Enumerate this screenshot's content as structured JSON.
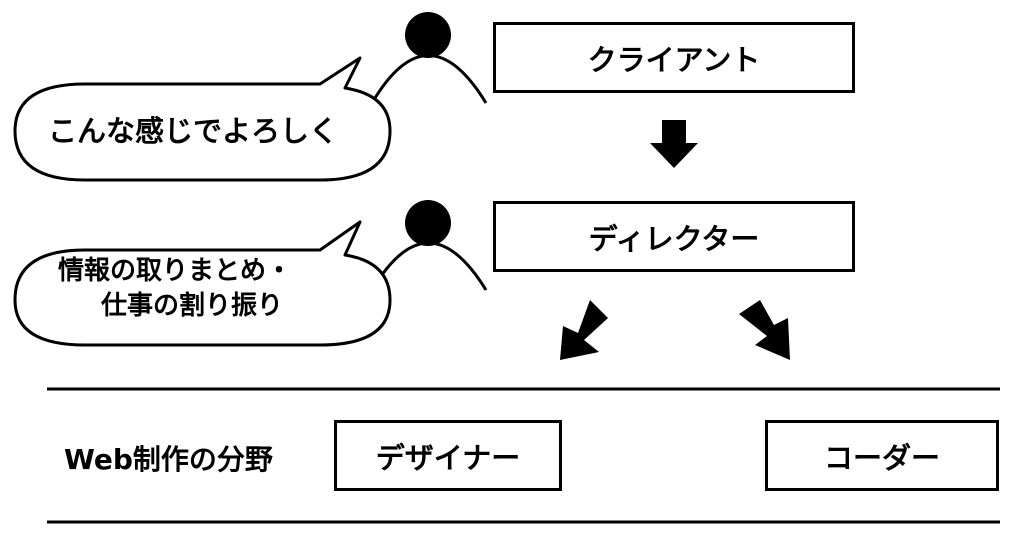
{
  "roles": {
    "client": "クライアント",
    "director": "ディレクター",
    "designer": "デザイナー",
    "coder": "コーダー"
  },
  "speech": {
    "client": "こんな感じでよろしく",
    "director_line1": "情報の取りまとめ・",
    "director_line2": "仕事の割り振り"
  },
  "section": {
    "label": "Web制作の分野"
  },
  "colors": {
    "ink": "#000000",
    "paper": "#ffffff"
  }
}
